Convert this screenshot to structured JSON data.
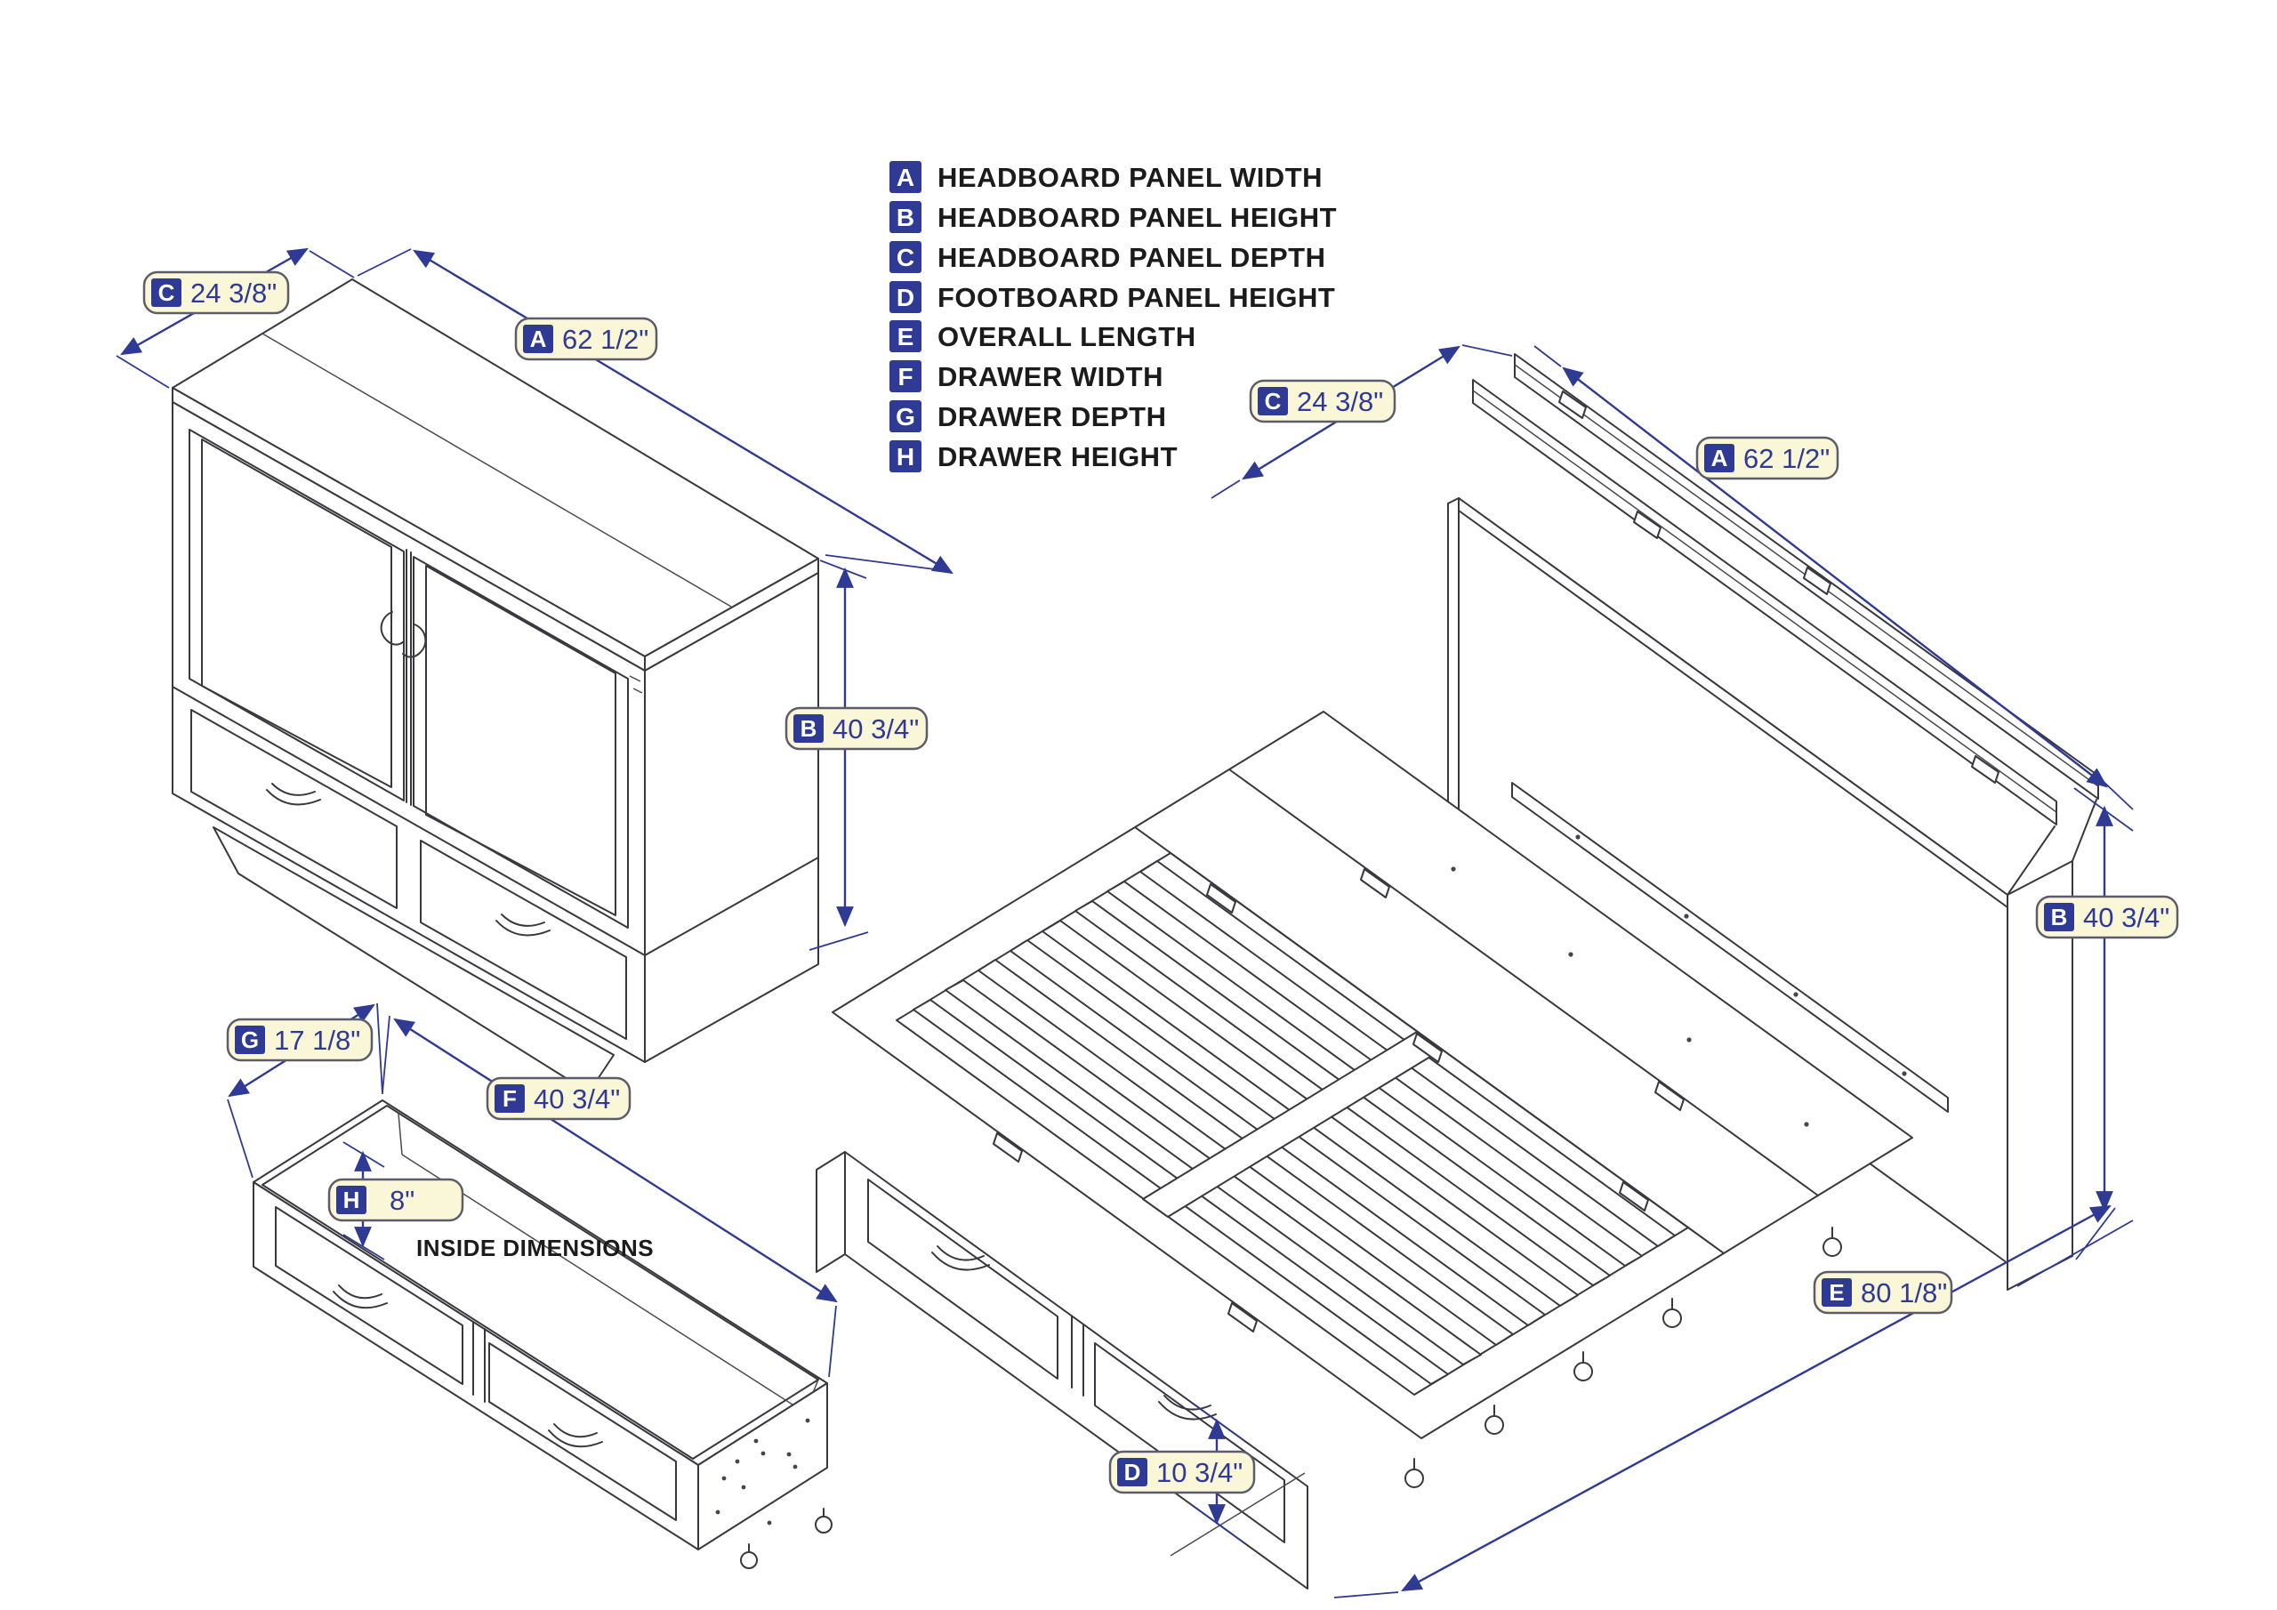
{
  "colors": {
    "dimension_accent": "#2e3a93",
    "label_background": "#faf6d8",
    "label_border": "#5c5c6a",
    "line_art": "#38383e",
    "legend_text": "#1b1b1b",
    "badge_text": "#ffffff"
  },
  "legend": {
    "items": [
      {
        "letter": "A",
        "label": "HEADBOARD PANEL WIDTH"
      },
      {
        "letter": "B",
        "label": "HEADBOARD PANEL HEIGHT"
      },
      {
        "letter": "C",
        "label": "HEADBOARD PANEL DEPTH"
      },
      {
        "letter": "D",
        "label": "FOOTBOARD PANEL HEIGHT"
      },
      {
        "letter": "E",
        "label": "OVERALL LENGTH"
      },
      {
        "letter": "F",
        "label": "DRAWER WIDTH"
      },
      {
        "letter": "G",
        "label": "DRAWER DEPTH"
      },
      {
        "letter": "H",
        "label": "DRAWER HEIGHT"
      }
    ]
  },
  "views": {
    "closed_cabinet": {
      "dims": {
        "c": {
          "letter": "C",
          "value": "24 3/8\""
        },
        "a": {
          "letter": "A",
          "value": "62 1/2\""
        },
        "b": {
          "letter": "B",
          "value": "40 3/4\""
        }
      }
    },
    "drawer": {
      "note": "INSIDE DIMENSIONS",
      "dims": {
        "g": {
          "letter": "G",
          "value": "17 1/8\""
        },
        "f": {
          "letter": "F",
          "value": "40 3/4\""
        },
        "h": {
          "letter": "H",
          "value": "8\""
        }
      }
    },
    "open_bed": {
      "dims": {
        "c": {
          "letter": "C",
          "value": "24 3/8\""
        },
        "a": {
          "letter": "A",
          "value": "62 1/2\""
        },
        "b": {
          "letter": "B",
          "value": "40 3/4\""
        },
        "e": {
          "letter": "E",
          "value": "80 1/8\""
        },
        "d": {
          "letter": "D",
          "value": "10 3/4\""
        }
      }
    }
  }
}
